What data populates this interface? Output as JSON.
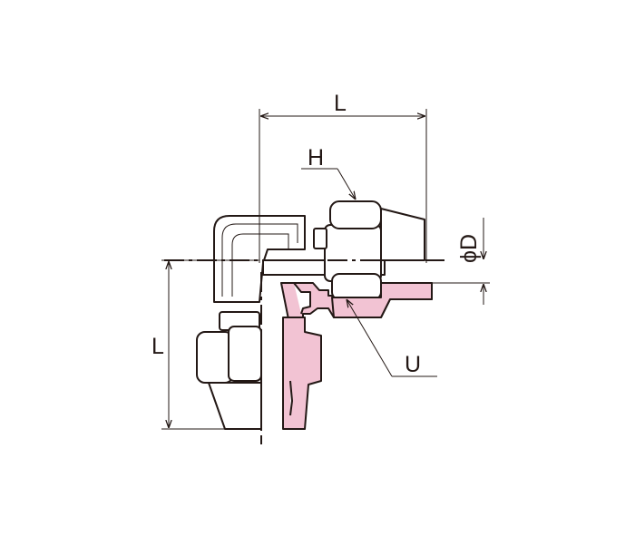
{
  "labels": {
    "length_horizontal": "L",
    "length_vertical": "L",
    "hex": "H",
    "diameter": "ϕD",
    "union": "U"
  },
  "colors": {
    "line": "#231815",
    "section_fill": "#f2c3d3",
    "background": "#ffffff"
  }
}
